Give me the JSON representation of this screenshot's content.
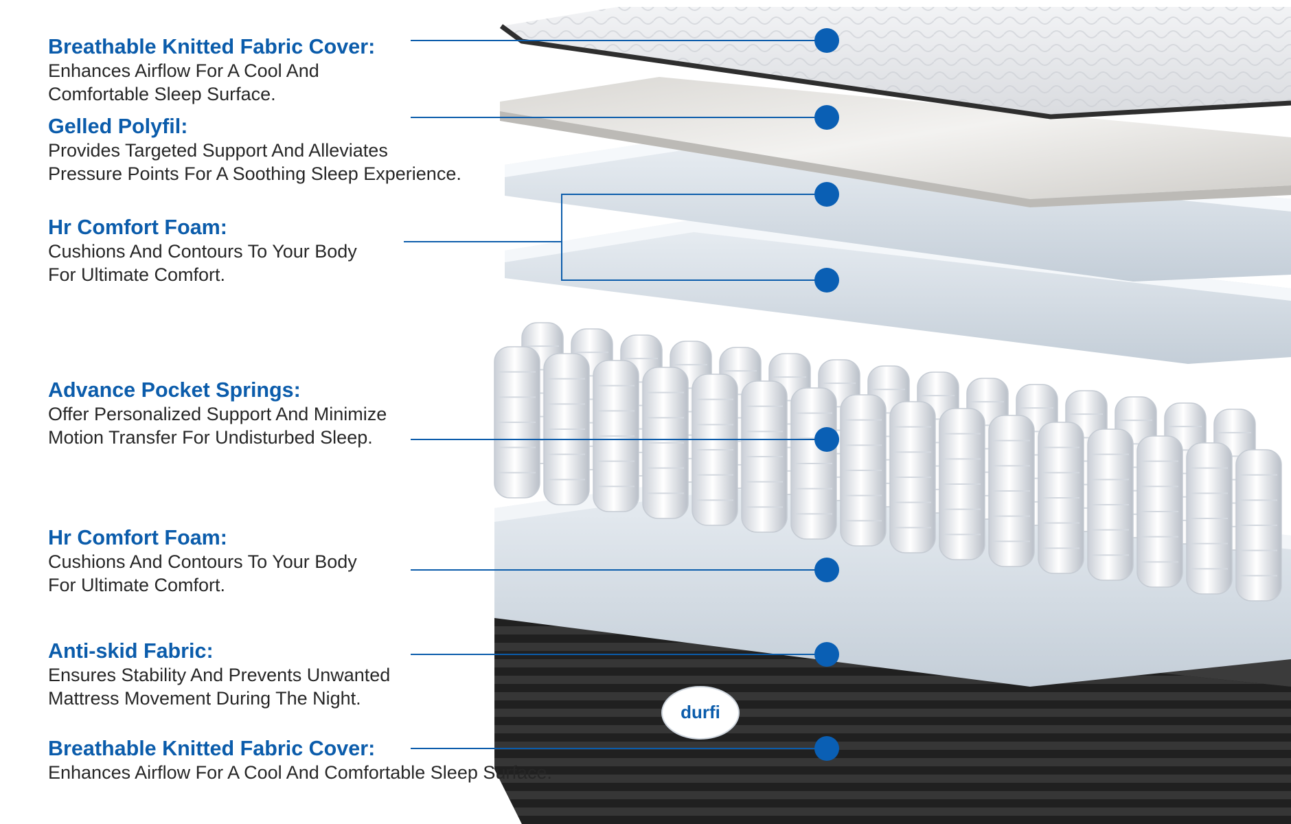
{
  "colors": {
    "accent": "#0b5cab",
    "text": "#262626",
    "marker": "#0a5fb4",
    "background": "#ffffff"
  },
  "layers": [
    {
      "title": "Breathable Knitted Fabric Cover:",
      "description": "Enhances Airflow For A Cool And\nComfortable Sleep Surface."
    },
    {
      "title": "Gelled Polyfil:",
      "description": "Provides Targeted Support And Alleviates\nPressure Points For A Soothing Sleep Experience."
    },
    {
      "title": "Hr Comfort Foam:",
      "description": "Cushions And Contours To Your Body\nFor Ultimate Comfort."
    },
    {
      "title": "Advance Pocket Springs:",
      "description": "Offer Personalized Support And Minimize\nMotion Transfer For Undisturbed Sleep."
    },
    {
      "title": "Hr Comfort Foam:",
      "description": "Cushions And Contours To Your Body\nFor Ultimate Comfort."
    },
    {
      "title": "Anti-skid Fabric:",
      "description": "Ensures Stability And Prevents Unwanted\nMattress Movement During The Night."
    },
    {
      "title": "Breathable Knitted Fabric Cover:",
      "description": "Enhances Airflow For A Cool And Comfortable Sleep Surface."
    }
  ],
  "brand": {
    "logo_text": "durfi"
  }
}
